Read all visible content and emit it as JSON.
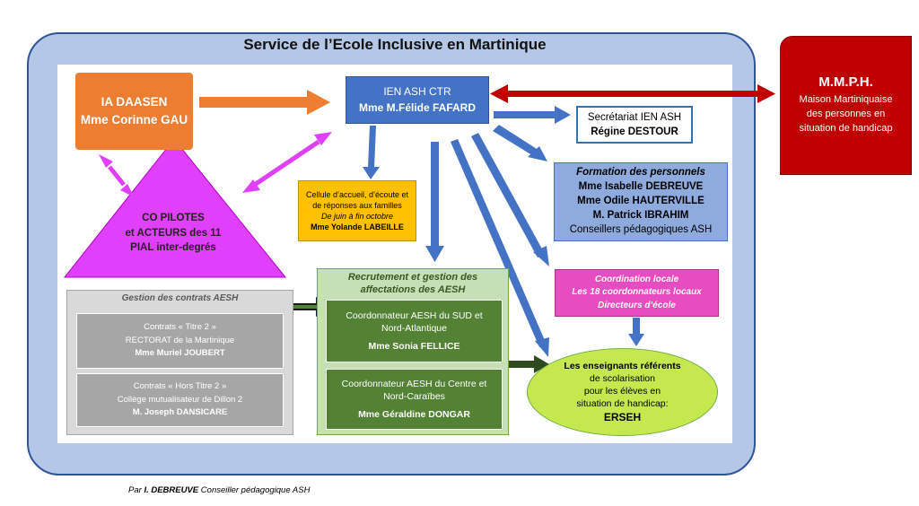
{
  "title": "Service de l’Ecole Inclusive en Martinique",
  "mmph": {
    "title": "M.M.P.H.",
    "line1": "Maison Martiniquaise",
    "line2": "des personnes en",
    "line3": "situation de handicap"
  },
  "ia": {
    "title": "IA DAASEN",
    "name": "Mme Corinne GAU"
  },
  "ien": {
    "title": "IEN ASH CTR",
    "name": "Mme M.Félide FAFARD"
  },
  "secretariat": {
    "title": "Secrétariat IEN ASH",
    "name": "Régine DESTOUR"
  },
  "cellule": {
    "line1": "Cellule d’accueil, d’écoute et",
    "line2": "de réponses aux familles",
    "dates": "De juin à fin octobre",
    "name": "Mme Yolande LABEILLE"
  },
  "formation": {
    "title": "Formation des personnels",
    "p1": "Mme Isabelle DEBREUVE",
    "p2": "Mme Odile HAUTERVILLE",
    "p3": "M. Patrick IBRAHIM",
    "role": "Conseillers pédagogiques ASH"
  },
  "copilotes": {
    "line1": "CO PILOTES",
    "line2": "et ACTEURS des 11",
    "line3": "PIAL inter-degrés"
  },
  "coordination": {
    "line1": "Coordination locale",
    "line2": "Les 18 coordonnateurs locaux",
    "line3": "Directeurs d’école"
  },
  "gestion": {
    "title": "Gestion des contrats AESH",
    "titre2": {
      "line1": "Contrats  « Titre 2 »",
      "line2": "RECTORAT de la Martinique",
      "name": "Mme Muriel JOUBERT"
    },
    "hors": {
      "line1": "Contrats « Hors Titre 2 »",
      "line2": "Collège mutualisateur de Dillon 2",
      "name": "M. Joseph DANSICARE"
    }
  },
  "recrutement": {
    "title1": "Recrutement et gestion des",
    "title2": "affectations des AESH",
    "sud": {
      "line1": "Coordonnateur AESH du SUD et",
      "line2": "Nord-Atlantique",
      "name": "Mme Sonia FELLICE"
    },
    "centre": {
      "line1": "Coordonnateur AESH du Centre et",
      "line2": "Nord-Caraïbes",
      "name": "Mme Géraldine DONGAR"
    }
  },
  "enseignants": {
    "line1": "Les enseignants référents",
    "line2": "de scolarisation",
    "line3": "pour les élèves en",
    "line4": "situation de handicap:",
    "acronym": "ERSEH"
  },
  "footer": {
    "prefix": "Par ",
    "author": "I. DEBREUVE",
    "suffix": " Conseiller pédagogique  ASH"
  },
  "colors": {
    "orange": "#ed7d31",
    "blue": "#4472c4",
    "red": "#c00000",
    "magenta": "#e040fb",
    "green": "#548235",
    "yellow": "#ffc000",
    "lime": "#c5e84e"
  }
}
